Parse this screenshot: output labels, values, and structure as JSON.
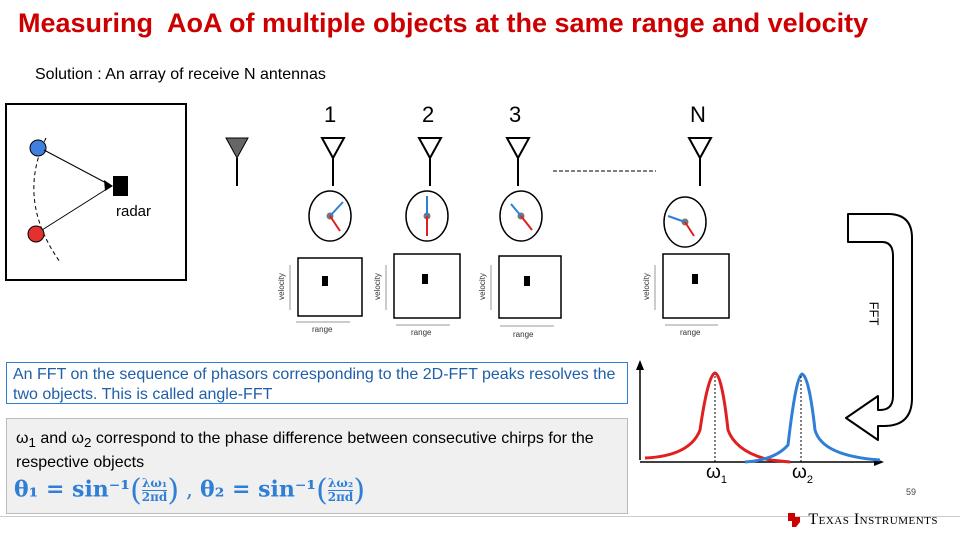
{
  "title": "Measuring  AoA of multiple objects at the same range and velocity",
  "subtitle": "Solution : An array of receive N antennas",
  "radar_label": "radar",
  "antennas": [
    "1",
    "2",
    "3",
    "N"
  ],
  "axis": {
    "velocity": "velocity",
    "range": "range"
  },
  "fft_label": "FFT",
  "angle_fft_note": "An FFT on the sequence of phasors corresponding to the 2D-FFT peaks resolves the two objects. This is called angle-FFT",
  "explain": {
    "w1": "ω",
    "w1_sub": "1",
    "and": " and ",
    "w2": "ω",
    "w2_sub": "2",
    "rest": " correspond to the phase difference between consecutive chirps for the respective objects"
  },
  "formula": {
    "theta1": "θ₁ = sin⁻¹",
    "num1": "λω₁",
    "den1": "2πd",
    "sep": " , ",
    "theta2": "θ₂ = sin⁻¹",
    "num2": "λω₂",
    "den2": "2πd"
  },
  "peaks": {
    "w1": "ω",
    "w1_sub": "1",
    "w2": "ω",
    "w2_sub": "2"
  },
  "page_number": "59",
  "logo_text": "Texas Instruments",
  "colors": {
    "title_red": "#cc0000",
    "blue": "#2f7fd6",
    "red": "#e02020"
  }
}
